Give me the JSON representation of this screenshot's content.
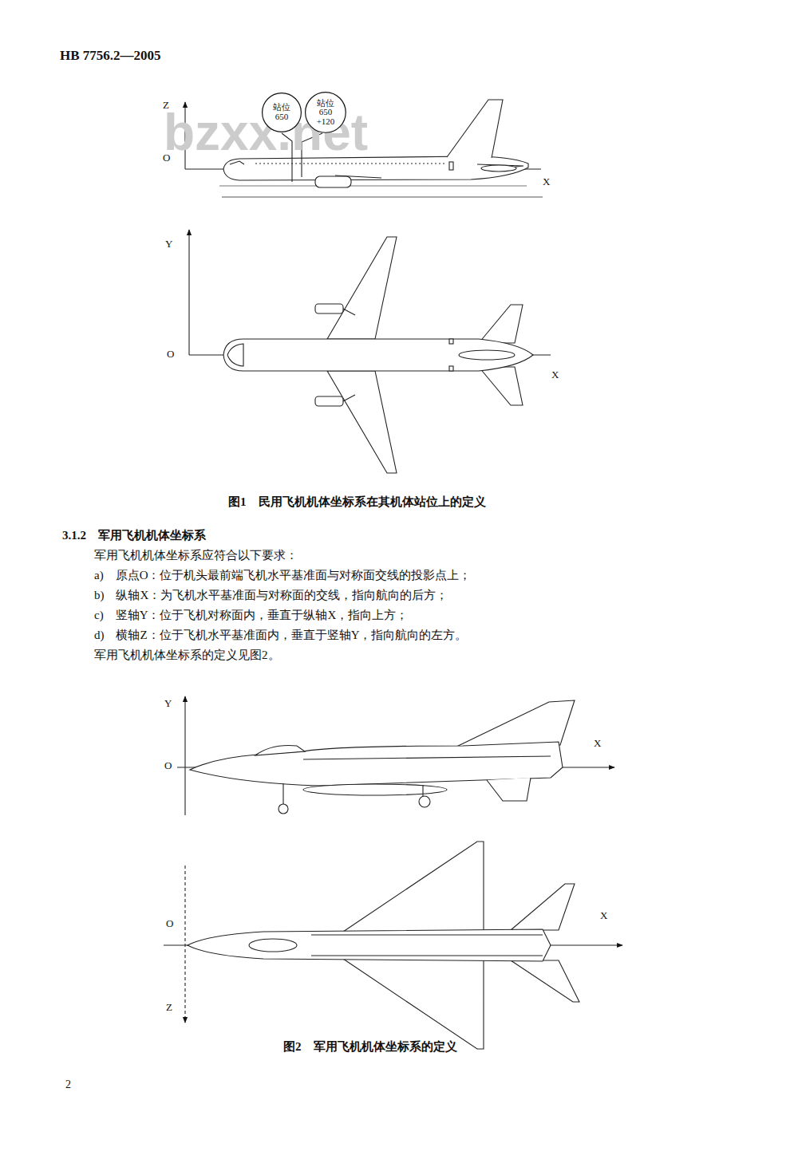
{
  "diagram": {
    "nodes": [
      {
        "text": [
          "站位 650"
        ]
      },
      {
        "text": [
          "站位 650 +120"
        ]
      }
    ],
    "labels": [
      "HB 7756.2—2005",
      "bzxx.net",
      "Z",
      "O",
      "X",
      "Y",
      "O",
      "X",
      "图1　民用飞机机体坐标系在其机体站位上的定义",
      "3.1.2　军用飞机机体坐标系",
      "军用飞机机体坐标系应符合以下要求：",
      "a)　原点O：位于机头最前端飞机水平基准面与对称面交线的投影点上；",
      "b)　纵轴X：为飞机水平基准面与对称面的交线，指向航向的后方；",
      "c)　竖轴Y：位于飞机对称面内，垂直于纵轴X，指向上方；",
      "d)　横轴Z：位于飞机水平基准面内，垂直于竖轴Y，指向航向的左方。",
      "军用飞机机体坐标系的定义见图2。",
      "Y",
      "O",
      "X",
      "O",
      "X",
      "Z",
      "图2　军用飞机机体坐标系的定义",
      "2"
    ]
  }
}
